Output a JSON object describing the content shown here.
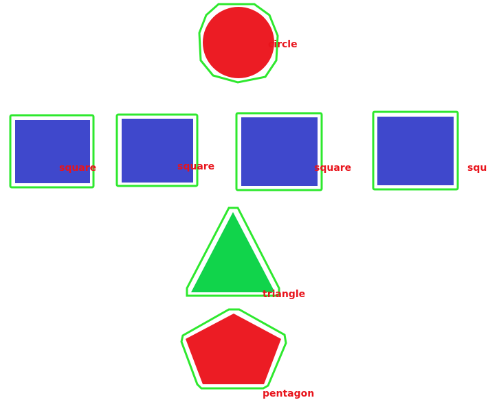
{
  "colors": {
    "background": "#ffffff",
    "outline": "#2ee82e",
    "label": "#e8141c",
    "circle_fill": "#ec1c24",
    "square_fill": "#3f48cc",
    "triangle_fill": "#11d44b",
    "pentagon_fill": "#ec1c24"
  },
  "shapes": [
    {
      "kind": "circle",
      "label": "circle"
    },
    {
      "kind": "square",
      "label": "square"
    },
    {
      "kind": "square",
      "label": "square"
    },
    {
      "kind": "square",
      "label": "square"
    },
    {
      "kind": "square",
      "label": "squ"
    },
    {
      "kind": "triangle",
      "label": "triangle"
    },
    {
      "kind": "pentagon",
      "label": "pentagon"
    }
  ]
}
